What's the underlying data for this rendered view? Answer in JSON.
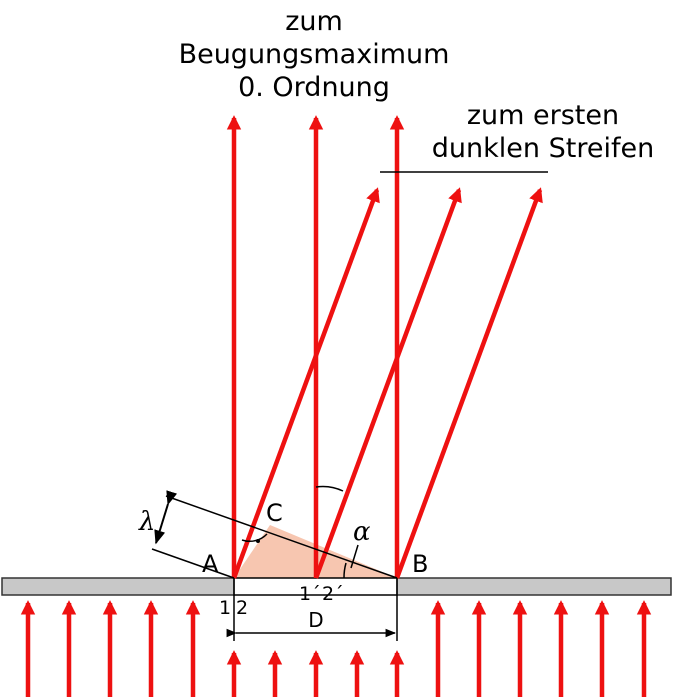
{
  "labels": {
    "top_line1": "zum",
    "top_line2": "Beugungsmaximum",
    "top_line3": "0. Ordnung",
    "right_line1": "zum ersten",
    "right_line2": "dunklen Streifen",
    "point_a": "A",
    "point_b": "B",
    "point_c": "C",
    "lambda": "λ",
    "alpha": "α",
    "ray_1": "1",
    "ray_2": "2",
    "ray_1p": "1´",
    "ray_2p": "2´",
    "width_d": "D"
  },
  "colors": {
    "ray": "#ee1111",
    "plate_fill": "#c8c8c8",
    "plate_stroke": "#333333",
    "triangle": "#f7c6b0",
    "line": "#000000"
  }
}
